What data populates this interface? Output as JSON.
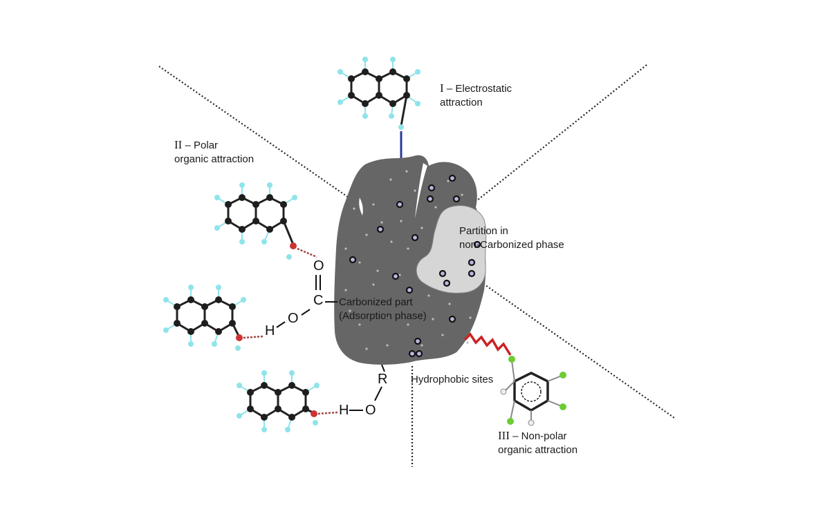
{
  "labels": {
    "electrostatic": {
      "numeral": "I",
      "line1": "– Electrostatic",
      "line2": "attraction"
    },
    "polar": {
      "numeral": "II",
      "line1": "– Polar",
      "line2": "organic attraction"
    },
    "nonpolar": {
      "numeral": "III",
      "line1": "– Non-polar",
      "line2": "organic attraction"
    },
    "partition": {
      "line1": "Partition in",
      "line2": "non-Carbonized phase"
    },
    "carbonized": {
      "line1": "Carbonized part",
      "line2": "(Adsorption phase)"
    },
    "hydrophobic": "Hydrophobic sites"
  },
  "chem": {
    "o_double": "O",
    "c": "C",
    "h1": "H",
    "o1": "O",
    "r": "R",
    "h2": "H",
    "o2": "O"
  },
  "colors": {
    "particle": "#666666",
    "non_carbonized": "#d6d6d6",
    "carbon_atom": "#1e1e1e",
    "hydrogen_atom": "#8fe4ea",
    "oxygen_atom": "#cc3333",
    "fluorine_atom": "#6ccc33",
    "electrostatic_link": "#2a3a9a",
    "hydrophobic_link": "#cc2222"
  }
}
